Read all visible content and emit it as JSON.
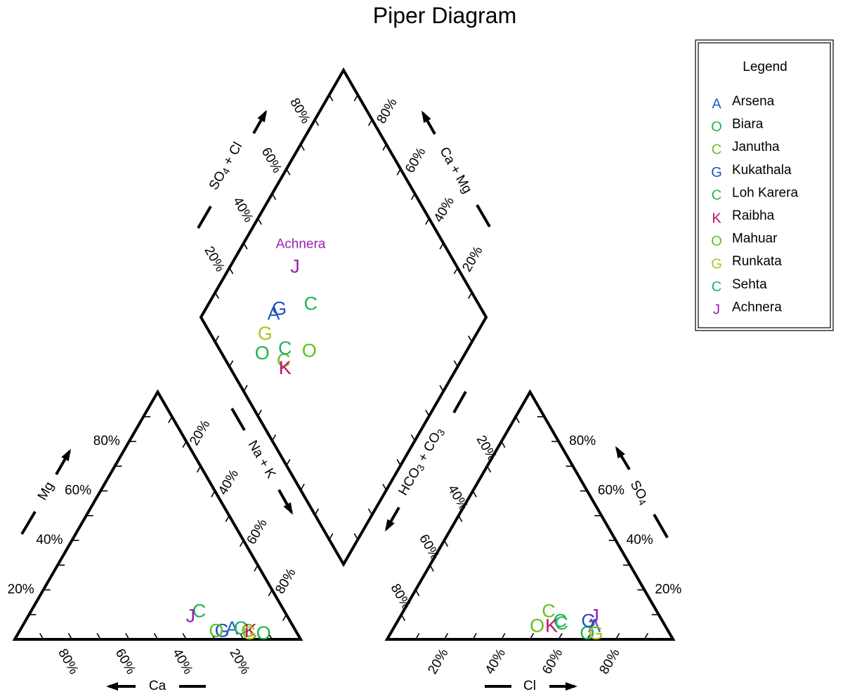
{
  "chart_data": {
    "type": "scatter",
    "subtype": "piper",
    "title": "Piper Diagram",
    "legend": {
      "title": "Legend",
      "placement": "top-right"
    },
    "axes": {
      "cation": {
        "left": "Ca",
        "top": "Mg",
        "right": "Na + K"
      },
      "anion": {
        "left": "HCO3 + CO3",
        "top": "SO4",
        "right": "Cl"
      },
      "diamond": {
        "left": "SO4 + Cl",
        "right": "Ca + Mg"
      },
      "ticks": [
        "20%",
        "40%",
        "60%",
        "80%"
      ],
      "range": [
        0,
        100
      ]
    },
    "annotations": [
      {
        "text": "Achnera",
        "sample": "Achnera"
      }
    ],
    "series": [
      {
        "name": "Arsena",
        "symbol": "A",
        "color": "#1f5fbf",
        "cation": {
          "Mg": 4,
          "NaK": 74
        },
        "anion": {
          "SO4": 5,
          "Cl": 70
        }
      },
      {
        "name": "Biara",
        "symbol": "O",
        "color": "#22b24c",
        "cation": {
          "Mg": 2,
          "NaK": 86
        },
        "anion": {
          "SO4": 2,
          "Cl": 69
        }
      },
      {
        "name": "Janutha",
        "symbol": "C",
        "color": "#6cbf1f",
        "cation": {
          "Mg": 3,
          "NaK": 80
        },
        "anion": {
          "SO4": 11,
          "Cl": 51
        }
      },
      {
        "name": "Kukathala",
        "symbol": "G",
        "color": "#1f4fbf",
        "cation": {
          "Mg": 3,
          "NaK": 71
        },
        "anion": {
          "SO4": 7,
          "Cl": 67
        }
      },
      {
        "name": "Loh Karera",
        "symbol": "C",
        "color": "#22b24c",
        "cation": {
          "Mg": 11,
          "NaK": 59
        },
        "anion": {
          "SO4": 7,
          "Cl": 57
        }
      },
      {
        "name": "Raibha",
        "symbol": "K",
        "color": "#c0106a",
        "cation": {
          "Mg": 3,
          "NaK": 81
        },
        "anion": {
          "SO4": 5,
          "Cl": 55
        }
      },
      {
        "name": "Mahuar",
        "symbol": "O",
        "color": "#5cc21f",
        "cation": {
          "Mg": 3,
          "NaK": 69
        },
        "anion": {
          "SO4": 5,
          "Cl": 50
        }
      },
      {
        "name": "Runkata",
        "symbol": "G",
        "color": "#b5c21f",
        "cation": {
          "Mg": 2,
          "NaK": 81
        },
        "anion": {
          "SO4": 2,
          "Cl": 72
        }
      },
      {
        "name": "Sehta",
        "symbol": "C",
        "color": "#1fb26a",
        "cation": {
          "Mg": 4,
          "NaK": 77
        },
        "anion": {
          "SO4": 6,
          "Cl": 58
        }
      },
      {
        "name": "Achnera",
        "symbol": "J",
        "color": "#9a1fb2",
        "cation": {
          "Mg": 9,
          "NaK": 57
        },
        "anion": {
          "SO4": 9,
          "Cl": 68
        }
      }
    ]
  }
}
